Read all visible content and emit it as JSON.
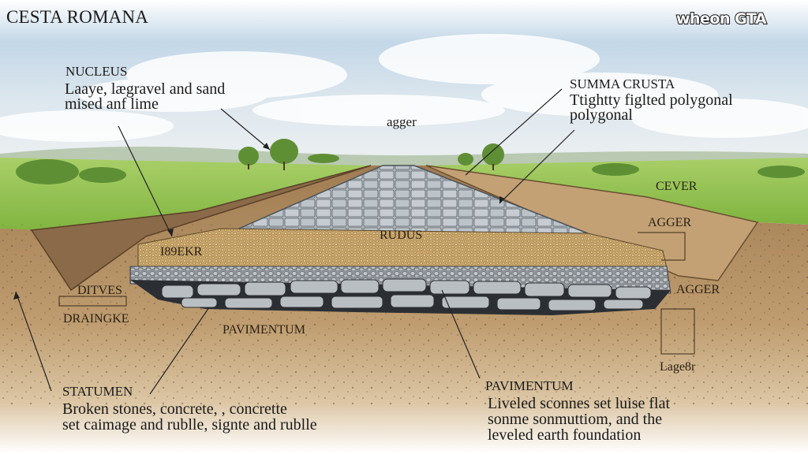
{
  "title": "CESTA ROMANA",
  "logo": "wheon GTA",
  "colors": {
    "sky_top": "#a9c6e0",
    "sky_bottom": "#eef2f4",
    "grass": "#8dc24a",
    "grass_dark": "#5f9a32",
    "soil": "#b9956a",
    "soil_dark": "#7a5a3a",
    "stone": "#9ea3a8",
    "rudus": "#c9a66b",
    "text": "#1a1a1a"
  },
  "labels": {
    "nucleus": {
      "heading": "NUCLEUS",
      "line1": "Laaye, lægravel and sand",
      "line2": "mised anf lime"
    },
    "agger_sky": "agger",
    "summa_crusta": {
      "heading": "SUMMA CRUSTA",
      "line1": "Ttightty figlted polygonal",
      "line2": "polygonal"
    },
    "cever": "CEVER",
    "agger_upper": "AGGER",
    "agger_lower": "AGGER",
    "lage8r": "Lage8r",
    "rudus": "RUDUS",
    "layer_189ekr": "I89EKR",
    "ditves": "DITVES",
    "draingke": "DRAINGKE",
    "pavimentum_mid": "PAVIMENTUM",
    "statumen": {
      "heading": "STATUMEN",
      "line1": "Broken stones, concrete, ,  concrette",
      "line2": "set caimage and rublle, signte and rublle"
    },
    "pavimentum_bottom": {
      "heading": "PAVIMENTUM",
      "line1": "Liveled sconnes set luise flat",
      "line2": "sonme sonmuttiom, and the",
      "line3": "leveled earth foundation"
    }
  }
}
